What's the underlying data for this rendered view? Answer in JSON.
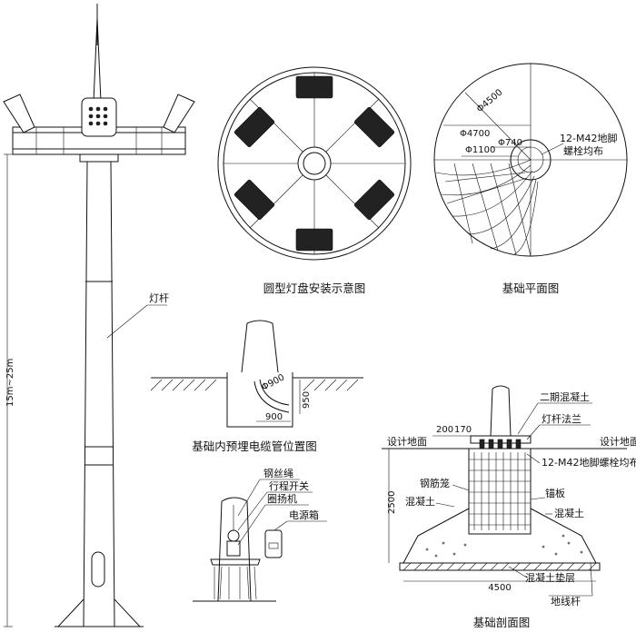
{
  "captions": {
    "ring_panel": "圆型灯盘安装示意图",
    "foundation_plan": "基础平面图",
    "cable_conduit": "基础内预埋电缆管位置图",
    "foundation_section": "基础剖面图"
  },
  "pole": {
    "pole_label": "灯杆",
    "height_dim": "15m~25m"
  },
  "plan": {
    "d4500": "Φ4500",
    "d4700": "Φ4700",
    "d740": "Φ740",
    "d1100": "Φ1100",
    "bolts_line1": "12-M42地脚",
    "bolts_line2": "螺栓均布"
  },
  "conduit": {
    "d900": "Φ900",
    "h950": "950",
    "w900": "900"
  },
  "winch": {
    "wire_rope": "钢丝绳",
    "limit_switch": "行程开关",
    "winch": "圈扬机",
    "power_box": "电源箱"
  },
  "section": {
    "secondary_concrete": "二期混凝土",
    "pole_flange": "灯杆法兰",
    "dim_200": "200",
    "dim_170": "170",
    "design_ground_left": "设计地面",
    "design_ground_right": "设计地面",
    "bolts": "12-M42地脚螺栓均布",
    "rebar_cage": "钢筋笼",
    "anchor_plate": "锚板",
    "concrete_left": "混凝土",
    "concrete_right": "混凝土",
    "dim_2500": "2500",
    "dim_4500": "4500",
    "cushion": "混凝土垫层",
    "ground_rod": "地线杆"
  }
}
